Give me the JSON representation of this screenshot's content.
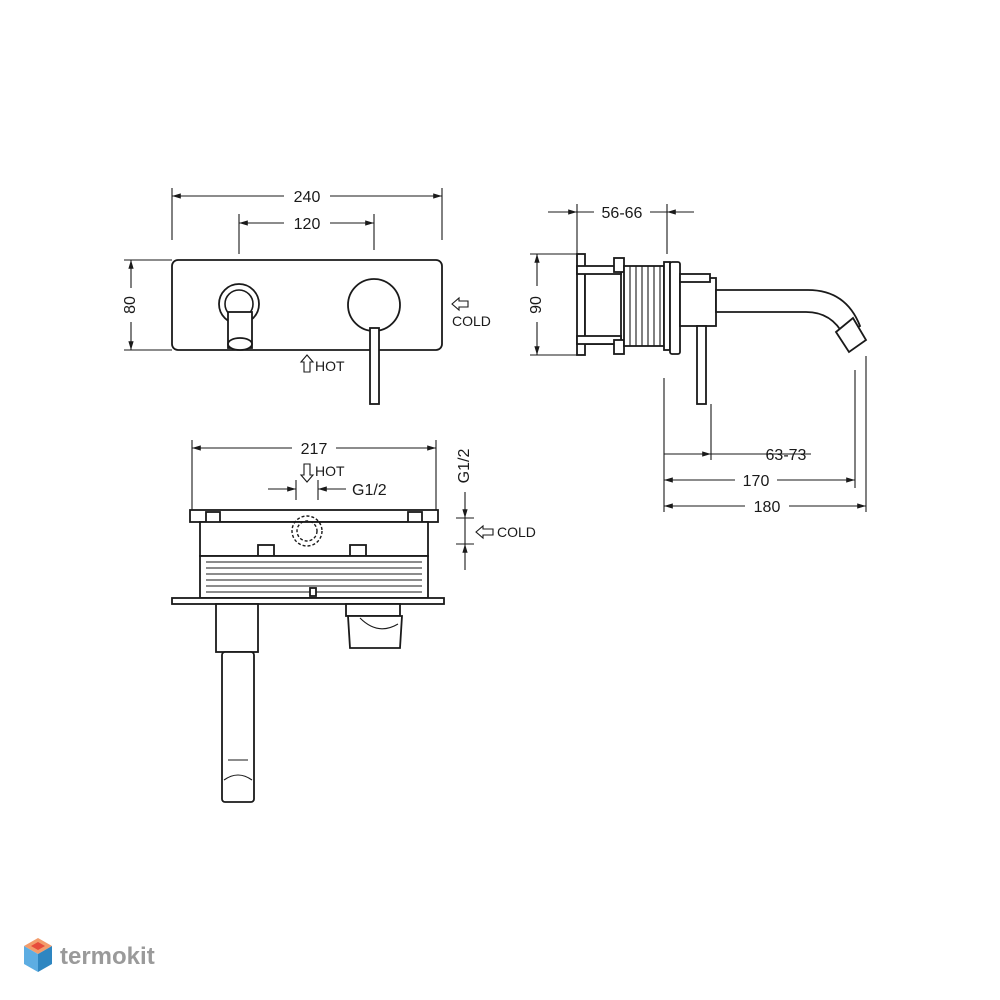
{
  "front_view": {
    "width_dim": "240",
    "spacing_dim": "120",
    "height_dim": "80",
    "cold_label": "COLD",
    "hot_label": "HOT"
  },
  "side_view": {
    "wall_dim": "56-66",
    "height_dim": "90",
    "lever_dim": "63-73",
    "spout_dim": "170",
    "total_dim": "180"
  },
  "body_view": {
    "width_dim": "217",
    "hot_label": "HOT",
    "thread_label": "G1/2",
    "thread_vertical_label": "G1/2",
    "cold_label": "COLD"
  },
  "brand": {
    "name": "termokit",
    "logo_colors": [
      "#e74c3c",
      "#f39c6b",
      "#5dade2",
      "#2e86c1"
    ]
  }
}
